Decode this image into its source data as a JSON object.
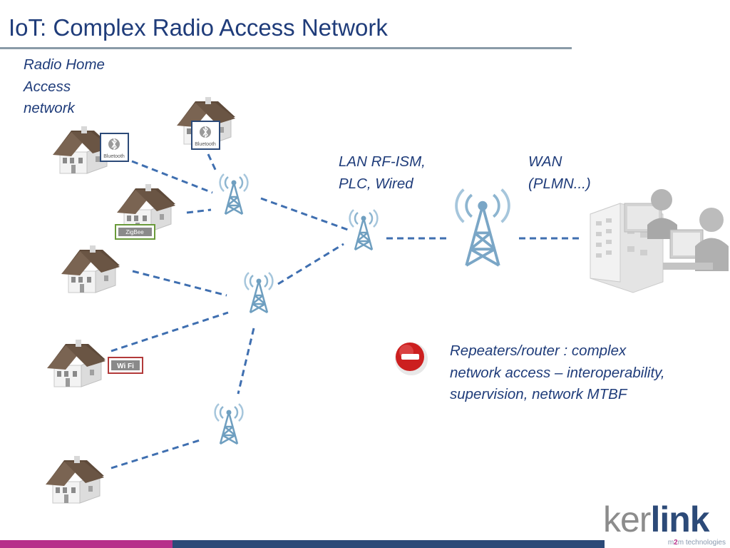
{
  "title": "IoT: Complex Radio Access Network",
  "labels": {
    "home_network": [
      "Radio Home",
      "Access",
      "network"
    ],
    "lan": [
      "LAN RF-ISM,",
      "PLC, Wired"
    ],
    "wan": [
      "WAN",
      "(PLMN...)"
    ],
    "note": [
      "Repeaters/router : complex",
      "network access – interoperability,",
      "supervision, network MTBF"
    ]
  },
  "badges": {
    "bluetooth": "Bluetooth",
    "zigbee": "ZigBee",
    "wifi": "Wi Fi"
  },
  "logo": {
    "word_a": "ker",
    "word_b": "link",
    "tagline_a": "m",
    "tagline_b": "2",
    "tagline_c": "m technologies"
  },
  "colors": {
    "title": "#1f3c7a",
    "dash": "#3f6fb0",
    "tower": "#7aa6c6",
    "roof": "#6e5a48",
    "minus_badge": "#d32020",
    "bar_magenta": "#b7308a",
    "bar_navy": "#2c4a78"
  },
  "icons": [
    "house-icon",
    "radio-tower-icon",
    "bluetooth-icon",
    "zigbee-icon",
    "wifi-icon",
    "operator-center-icon",
    "minus-icon"
  ]
}
